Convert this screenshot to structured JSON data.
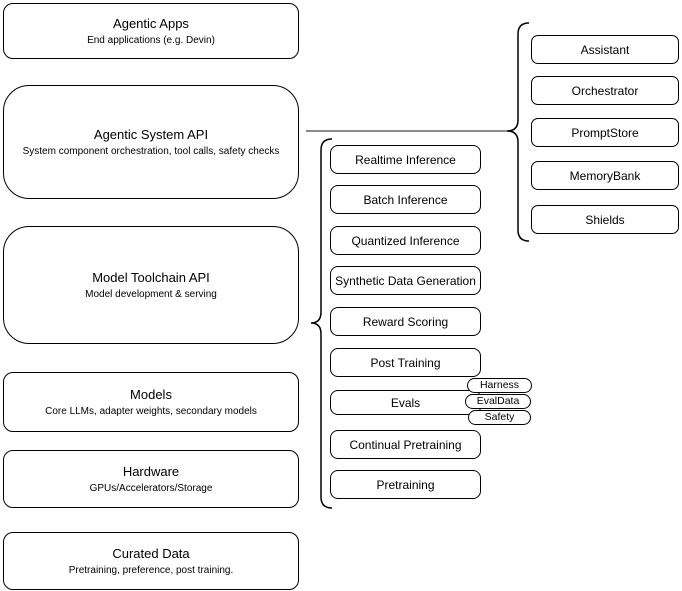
{
  "colors": {
    "stroke": "#000000",
    "connector": "#8a8a8a",
    "background": "#ffffff"
  },
  "left_column": {
    "boxes": [
      {
        "title": "Agentic Apps",
        "subtitle": "End applications (e.g. Devin)"
      },
      {
        "title": "Agentic System API",
        "subtitle": "System component orchestration, tool calls, safety checks"
      },
      {
        "title": "Model Toolchain API",
        "subtitle": "Model development & serving"
      },
      {
        "title": "Models",
        "subtitle": "Core LLMs, adapter weights, secondary models"
      },
      {
        "title": "Hardware",
        "subtitle": "GPUs/Accelerators/Storage"
      },
      {
        "title": "Curated Data",
        "subtitle": "Pretraining, preference, post training."
      }
    ]
  },
  "middle_column": {
    "boxes": [
      {
        "label": "Realtime Inference"
      },
      {
        "label": "Batch Inference"
      },
      {
        "label": "Quantized Inference"
      },
      {
        "label": "Synthetic Data Generation"
      },
      {
        "label": "Reward Scoring"
      },
      {
        "label": "Post Training"
      },
      {
        "label": "Evals"
      },
      {
        "label": "Continual Pretraining"
      },
      {
        "label": "Pretraining"
      }
    ]
  },
  "right_column": {
    "boxes": [
      {
        "label": "Assistant"
      },
      {
        "label": "Orchestrator"
      },
      {
        "label": "PromptStore"
      },
      {
        "label": "MemoryBank"
      },
      {
        "label": "Shields"
      }
    ]
  },
  "eval_pills": [
    {
      "label": "Harness"
    },
    {
      "label": "EvalData"
    },
    {
      "label": "Safety"
    }
  ]
}
